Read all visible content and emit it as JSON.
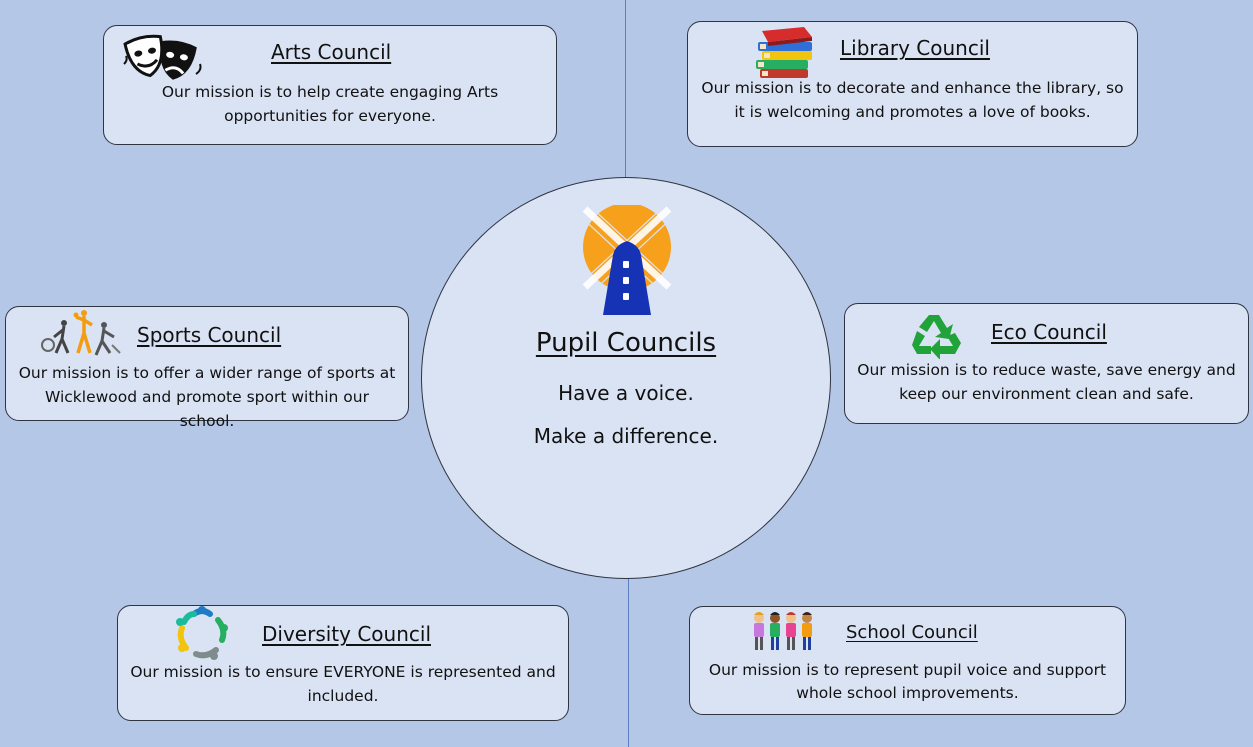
{
  "hub": {
    "title": "Pupil Councils",
    "line1": "Have a voice.",
    "line2": "Make a difference.",
    "logo_icon": "windmill-icon",
    "colors": {
      "sun": "#f7a01c",
      "windmill": "#1632b5"
    }
  },
  "councils": {
    "arts": {
      "title": "Arts Council",
      "desc": "Our mission is to help create engaging Arts opportunities for everyone.",
      "icon": "theatre-masks-icon"
    },
    "library": {
      "title": "Library Council",
      "desc": "Our mission is to decorate and enhance the library, so it is welcoming and promotes a love of books.",
      "icon": "books-stack-icon"
    },
    "sports": {
      "title": "Sports Council",
      "desc": "Our mission is to offer a wider range of sports at Wicklewood and promote sport within our school.",
      "icon": "sports-figures-icon"
    },
    "eco": {
      "title": "Eco Council",
      "desc": "Our mission is to reduce waste, save energy and keep our environment clean and safe.",
      "icon": "recycle-icon"
    },
    "diversity": {
      "title": "Diversity Council",
      "desc": "Our mission is to ensure EVERYONE is represented and included.",
      "icon": "people-circle-icon"
    },
    "school": {
      "title": "School Council",
      "desc": "Our mission is to represent pupil voice and support whole school improvements.",
      "icon": "children-group-icon"
    }
  },
  "colors": {
    "background": "#b4c7e7",
    "card": "#dae3f3",
    "border": "#2f3440",
    "recycle_green": "#22a33a"
  }
}
